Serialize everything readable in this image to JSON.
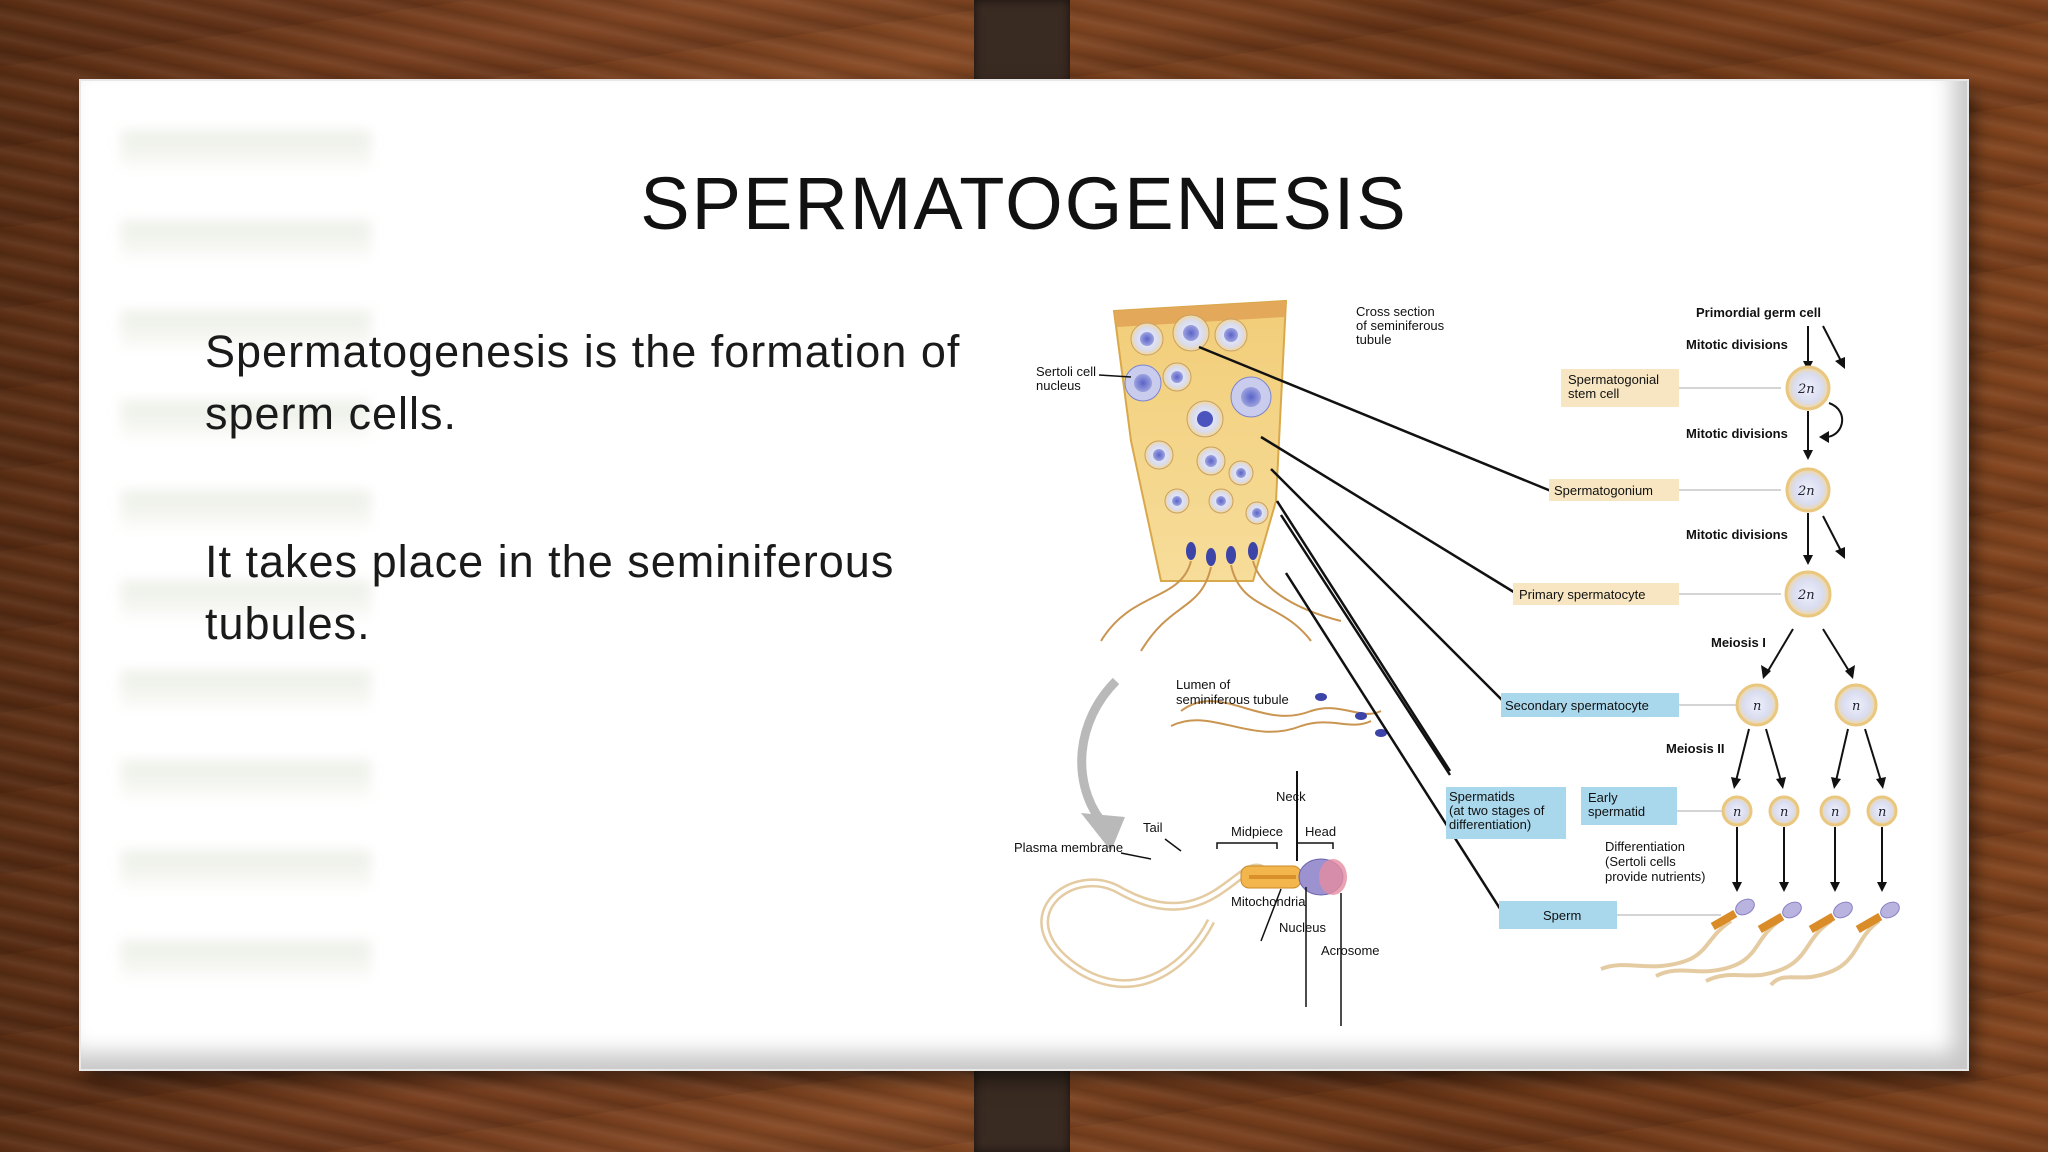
{
  "slide": {
    "title": "SPERMATOGENESIS",
    "paragraph1": "Spermatogenesis is the formation of sperm cells.",
    "paragraph2": "It takes place in the seminiferous tubules."
  },
  "diagram": {
    "cross_section_label": [
      "Cross section",
      "of seminiferous",
      "tubule"
    ],
    "sertoli_label": [
      "Sertoli cell",
      "nucleus"
    ],
    "lumen_label": [
      "Lumen of",
      "seminiferous tubule"
    ],
    "sperm_parts": {
      "neck": "Neck",
      "tail": "Tail",
      "midpiece": "Midpiece",
      "head": "Head",
      "plasma_membrane": "Plasma membrane",
      "mitochondria": "Mitochondria",
      "nucleus": "Nucleus",
      "acrosome": "Acrosome"
    },
    "stages": {
      "primordial": "Primordial germ cell",
      "mitotic1": "Mitotic divisions",
      "stem_cell": [
        "Spermatogonial",
        "stem cell"
      ],
      "mitotic2": "Mitotic divisions",
      "spermatogonium": "Spermatogonium",
      "mitotic3": "Mitotic divisions",
      "primary": "Primary spermatocyte",
      "meiosis1": "Meiosis I",
      "secondary": "Secondary spermatocyte",
      "meiosis2": "Meiosis II",
      "spermatids": [
        "Spermatids",
        "(at two stages of",
        "differentiation)"
      ],
      "early_spermatid": [
        "Early",
        "spermatid"
      ],
      "differentiation": [
        "Differentiation",
        "(Sertoli cells",
        "provide nutrients)"
      ],
      "sperm": "Sperm"
    },
    "ploidy": {
      "diploid": "2n",
      "haploid": "n"
    }
  }
}
